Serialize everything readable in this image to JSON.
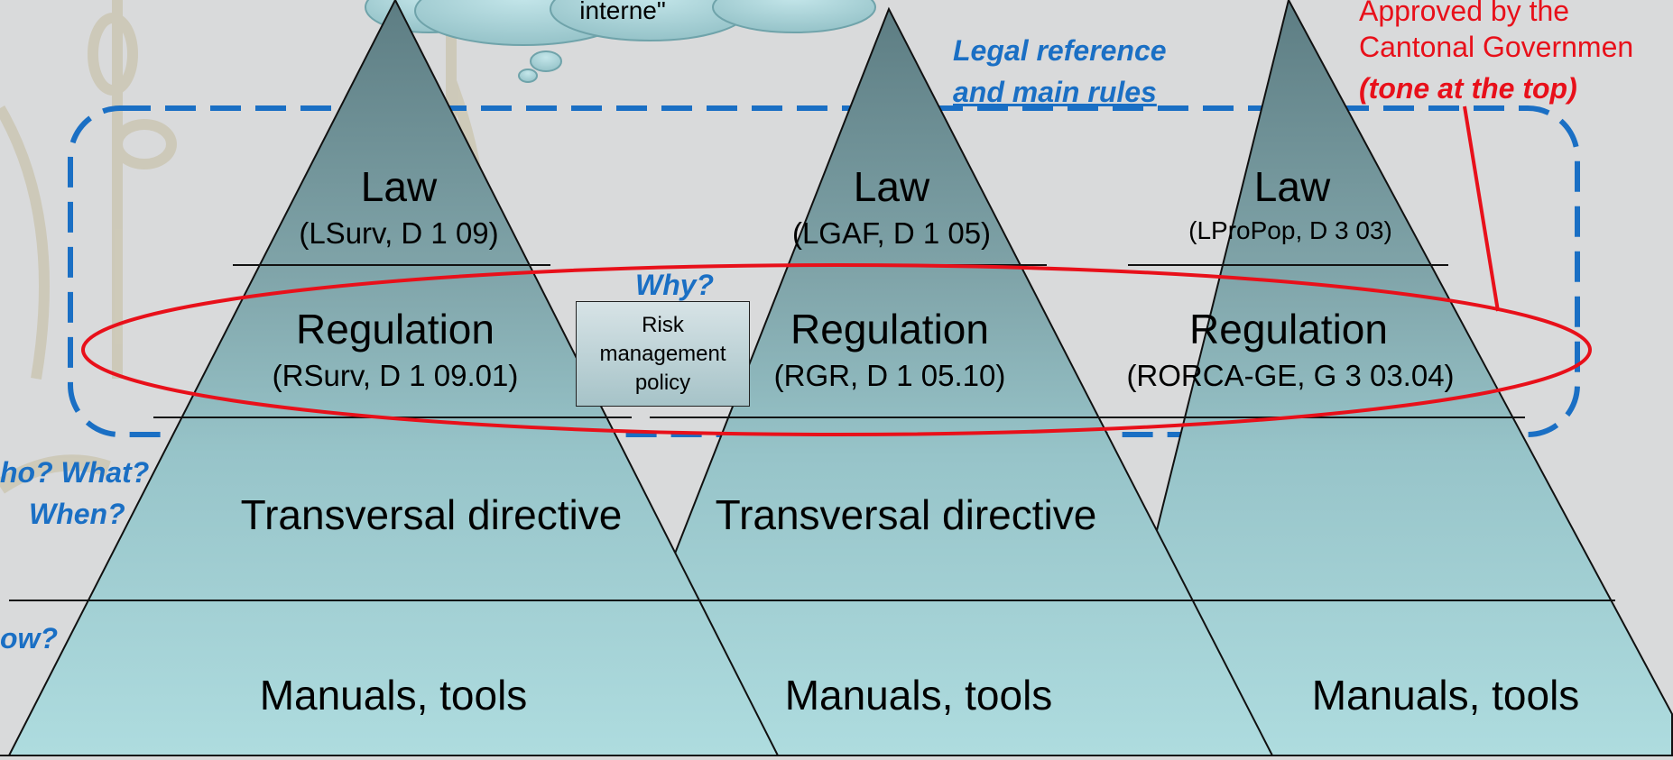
{
  "cloud": {
    "text": "interne\""
  },
  "pyramids": [
    {
      "law_title": "Law",
      "law_ref": "(LSurv, D 1 09)",
      "regulation_title": "Regulation",
      "regulation_ref": "(RSurv, D 1 09.01)",
      "directive": "Transversal directive",
      "manuals": "Manuals, tools"
    },
    {
      "law_title": "Law",
      "law_ref": "(LGAF, D 1 05)",
      "regulation_title": "Regulation",
      "regulation_ref": "(RGR, D 1 05.10)",
      "directive": "Transversal directive",
      "manuals": "Manuals, tools"
    },
    {
      "law_title": "Law",
      "law_ref": "(LProPop, D 3 03)",
      "regulation_title": "Regulation",
      "regulation_ref": "(RORCA-GE, G 3 03.04)",
      "manuals": "Manuals, tools"
    }
  ],
  "risk_box": {
    "text": "Risk\nmanagement\npolicy"
  },
  "annotations": {
    "legal_reference_line1": "Legal reference",
    "legal_reference_line2": "and main rules",
    "why": "Why?",
    "who_what_line1": "ho? What?",
    "who_what_line2": "When?",
    "how": "ow?"
  },
  "approval": {
    "line1": "Approved by the",
    "line2": "Cantonal Governmen",
    "line3": "(tone at the top)"
  },
  "colors": {
    "annotation_blue": "#1a6fc4",
    "highlight_red": "#e8101a",
    "pyramid_top": "#5d7d83",
    "pyramid_bottom": "#a9d9de"
  }
}
